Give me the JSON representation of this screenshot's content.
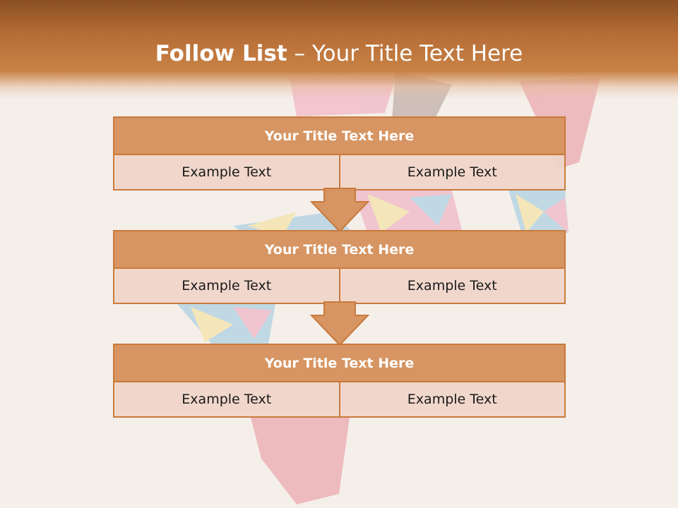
{
  "slide": {
    "title_bold": "Follow List",
    "title_rest": " – Your Title Text Here"
  },
  "blocks": [
    {
      "title": "Your Title Text Here",
      "cells": [
        "Example Text",
        "Example Text"
      ]
    },
    {
      "title": "Your Title Text Here",
      "cells": [
        "Example Text",
        "Example Text"
      ]
    },
    {
      "title": "Your Title Text Here",
      "cells": [
        "Example Text",
        "Example Text"
      ]
    }
  ],
  "colors": {
    "header_dark": "#8a4f22",
    "header_light": "#c98246",
    "title_fill": "#d69562",
    "border": "#c97a3c",
    "cell_fill": "#f0d5c8"
  }
}
